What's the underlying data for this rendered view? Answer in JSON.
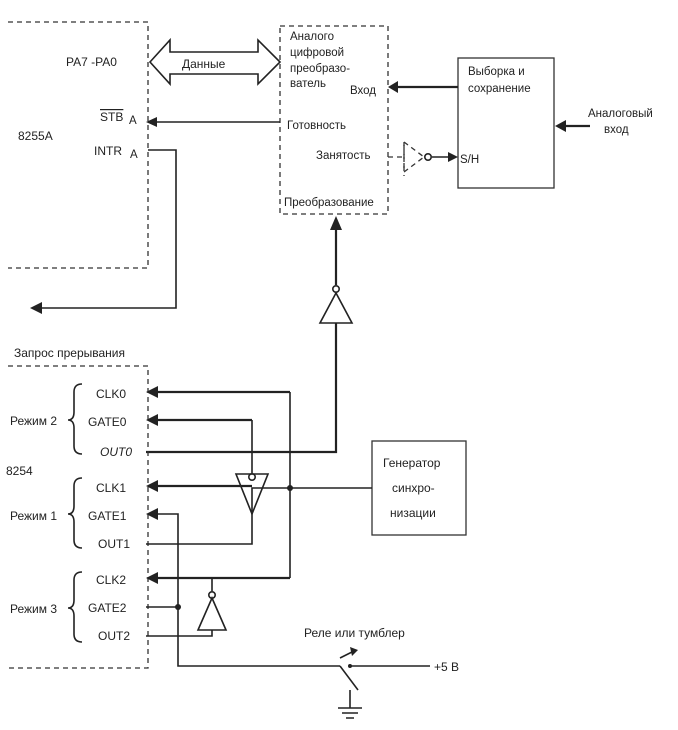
{
  "chip_8255": {
    "name": "8255A",
    "port": "PA7 -PA0",
    "stb": "STB",
    "stb_sub": "A",
    "intr": "INTR",
    "intr_sub": "A"
  },
  "data_bus": {
    "label": "Данные"
  },
  "adc": {
    "title_lines": [
      "Аналого",
      "цифровой",
      "преобразо-",
      "ватель"
    ],
    "input": "Вход",
    "ready": "Готовность",
    "busy": "Занятость",
    "convert": "Преобразование"
  },
  "sample_hold": {
    "title_lines": [
      "Выборка и",
      "сохранение"
    ],
    "sh": "S/H"
  },
  "analog_input": {
    "lines": [
      "Аналоговый",
      "вход"
    ]
  },
  "interrupt": {
    "label": "Запрос прерывания"
  },
  "chip_8254": {
    "name": "8254",
    "modes": [
      "Режим 2",
      "Режим 1",
      "Режим 3"
    ],
    "pins": [
      "CLK0",
      "GATE0",
      "OUT0",
      "CLK1",
      "GATE1",
      "OUT1",
      "CLK2",
      "GATE2",
      "OUT2"
    ]
  },
  "clock_gen": {
    "lines": [
      "Генератор",
      "синхро-",
      "низации"
    ]
  },
  "relay": {
    "label": "Реле или тумблер",
    "supply": "+5 В"
  }
}
